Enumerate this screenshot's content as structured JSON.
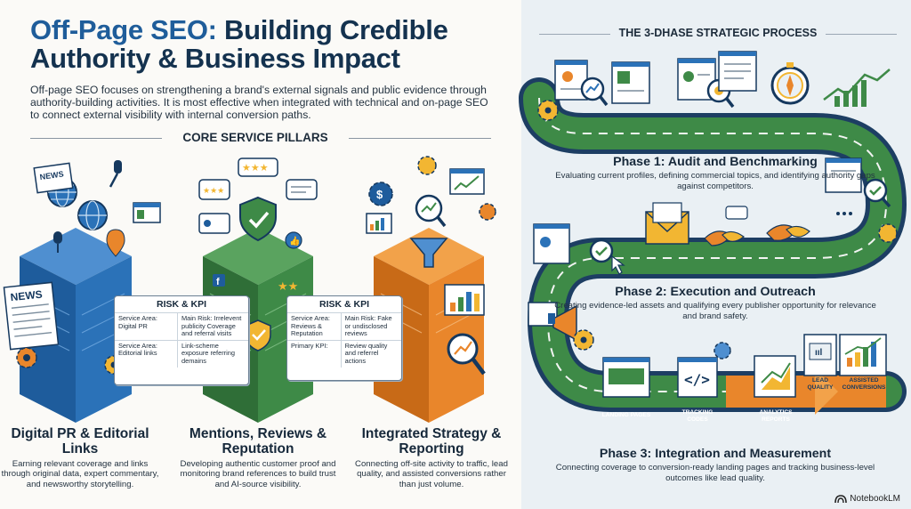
{
  "header": {
    "title_part1": "Off-Page SEO:",
    "title_part2": " Building Credible Authority & Business Impact",
    "intro": "Off-page SEO focuses on strengthening a brand's external signals and public evidence through authority-building activities. It is most effective when integrated with technical and on-page SEO to connect external visibility with internal conversion paths."
  },
  "pillars_heading": "CORE SERVICE PILLARS",
  "pillars": [
    {
      "title": "Digital PR & Editorial Links",
      "desc": "Earning relevant coverage and links through original data, expert commentary, and newsworthy storytelling.",
      "icon_label": "NEWS"
    },
    {
      "title": "Mentions, Reviews & Reputation",
      "desc": "Developing authentic customer proof and monitoring brand references to build trust and AI-source visibility."
    },
    {
      "title": "Integrated Strategy & Reporting",
      "desc": "Connecting off-site activity to traffic, lead quality, and assisted conversions rather than just volume."
    }
  ],
  "kpi_cards": [
    {
      "heading": "RISK & KPI",
      "rows": [
        {
          "left": "Service Area: Digital PR",
          "right": "Main Risk: Irrelevent publicity Coverage and referral visits"
        },
        {
          "left": "Service Area: Editorial links",
          "right": "Link-scheme exposure referring demains"
        }
      ]
    },
    {
      "heading": "RISK & KPI",
      "rows": [
        {
          "left": "Service Area: Reviews & Reputation",
          "right": "Main Risk: Fake or undisclosed reviews"
        },
        {
          "left": "Primary KPI:",
          "right": "Review quality and referrel actions"
        }
      ]
    }
  ],
  "process": {
    "heading": "THE 3-DHASE STRATEGIC PROCESS",
    "phases": [
      {
        "title": "Phase 1: Audit and Benchmarking",
        "desc": "Evaluating current profiles, defining commercial topics, and identifying authority gaps against competitors."
      },
      {
        "title": "Phase 2: Execution and Outreach",
        "desc": "Creating evidence-led assets and qualifying every publisher opportunity for relevance and brand safety."
      },
      {
        "title": "Phase 3: Integration and Measurement",
        "desc": "Connecting coverage to conversion-ready landing pages and tracking business-level outcomes like lead quality."
      }
    ],
    "stage_labels": {
      "landing": "LANDING PAGES",
      "tracking": "TRACKING CODES",
      "analytics": "ANALYTICS REPORTS",
      "lead": "LEAD QUALITY",
      "assisted": "ASSISTED CONVERSIONS"
    }
  },
  "brand": "NotebookLM",
  "colors": {
    "navy": "#14324f",
    "blue": "#1f5d9a",
    "green": "#3e8a47",
    "orange": "#e9862b",
    "yellow": "#f2b632"
  }
}
